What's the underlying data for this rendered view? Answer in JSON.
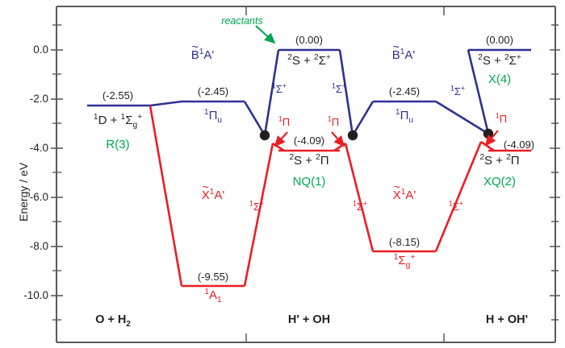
{
  "figure": {
    "type": "energy-level-correlation-diagram",
    "background": "#ffffff"
  },
  "axes": {
    "y_title": "Energy / eV",
    "y_ticks_major": [
      "0.0",
      "-2.0",
      "-4.0",
      "-6.0",
      "-8.0",
      "-10.0"
    ],
    "y_tick_values": [
      0.0,
      -2.0,
      -4.0,
      -6.0,
      -8.0,
      -10.0
    ],
    "y_minor_values": [
      1.0,
      -1.0,
      -3.0,
      -5.0,
      -7.0,
      -9.0,
      -11.0
    ],
    "ylim": [
      -11.3,
      1.4
    ],
    "x_labels": [
      "O + H2",
      "H' + OH",
      "H + OH'"
    ],
    "x_label_0_main": "O + H",
    "x_label_0_sub": "2",
    "x_label_1": "H' + OH",
    "x_label_2": "H + OH'"
  },
  "colors": {
    "blue": "#2e3191",
    "red": "#ed1c24",
    "green": "#00a651",
    "black": "#231f20",
    "axis": "#58595b"
  },
  "annotations": {
    "reactants": "reactants"
  },
  "levels": [
    {
      "id": "left-blue",
      "value": "(-2.55)",
      "energy": -2.55,
      "color": "blue",
      "asymptote_main": "D + ",
      "asymptote_pre_sup": "1",
      "asymptote_sigma": "Σ",
      "green_tag": "R(3)"
    },
    {
      "id": "mid-left-blue",
      "value": "(-2.45)",
      "energy": -2.45,
      "color": "blue",
      "state": "Π",
      "state_sup": "1",
      "state_sub": "u"
    },
    {
      "id": "center-top-blue",
      "value": "(0.00)",
      "energy": 0.0,
      "color": "blue",
      "asymptote": "S + ",
      "green_tag": null
    },
    {
      "id": "center-red",
      "value": "(-4.09)",
      "energy": -4.09,
      "color": "red",
      "green_tag": "NQ(1)"
    },
    {
      "id": "mid-right-blue",
      "value": "(-2.45)",
      "energy": -2.45,
      "color": "blue"
    },
    {
      "id": "right-top-blue",
      "value": "(0.00)",
      "energy": 0.0,
      "color": "blue",
      "green_tag": "X(4)"
    },
    {
      "id": "right-red",
      "value": "(-4.09)",
      "energy": -4.09,
      "color": "red",
      "green_tag": "XQ(2)"
    },
    {
      "id": "well-left-red",
      "value": "(-9.55)",
      "energy": -9.55,
      "color": "red",
      "state_text": "A",
      "state_sup": "1",
      "state_sub": "1"
    },
    {
      "id": "well-right-red",
      "value": "(-8.15)",
      "energy": -8.15,
      "color": "red",
      "state_sup": "1",
      "state_sub": "g"
    }
  ],
  "text": {
    "val_left_blue": "(-2.55)",
    "val_mid_left_blue": "(-2.45)",
    "val_center_top": "(0.00)",
    "val_center_red": "(-4.09)",
    "val_mid_right_blue": "(-2.45)",
    "val_right_top": "(0.00)",
    "val_right_red": "(-4.09)",
    "val_well_left": "(-9.55)",
    "val_well_right": "(-8.15)",
    "green_r3": "R(3)",
    "green_nq1": "NQ(1)",
    "green_x4": "X(4)",
    "green_xq2": "XQ(2)",
    "sigma_plus_1": "1Σ+",
    "pi_1": "1Π",
    "state_B1Ap": "B1A'",
    "state_X1Ap": "X1A'",
    "asym_1D": "1D + 1Σg+",
    "asym_2S_sigma": "2S + 2Σ+",
    "asym_2S_pi": "2S + 2Π",
    "state_1Piu": "1Πu",
    "state_1A1": "1A1",
    "state_1Sigmag": "1Σg+"
  },
  "chart_data": {
    "type": "line",
    "title": "",
    "xlabel": "",
    "ylabel": "Energy / eV",
    "ylim": [
      -11.3,
      1.4
    ],
    "xtick_labels": [
      "O + H2",
      "H' + OH",
      "H + OH'"
    ],
    "ytick_labels": [
      "0.0",
      "-2.0",
      "-4.0",
      "-6.0",
      "-8.0",
      "-10.0"
    ],
    "grid": false,
    "legend": "none",
    "series": [
      {
        "name": "blue-excited-B1A'",
        "color": "#2e3191",
        "points_ev": [
          -2.55,
          -2.45,
          0.0,
          -2.45,
          0.0
        ],
        "labels": [
          "(-2.55)",
          "(-2.45)",
          "(0.00)",
          "(-2.45)",
          "(0.00)"
        ]
      },
      {
        "name": "red-ground-X1A'",
        "color": "#ed1c24",
        "points_ev": [
          -9.55,
          -4.09,
          -8.15,
          -4.09
        ],
        "labels": [
          "(-9.55)",
          "(-4.09)",
          "(-8.15)",
          "(-4.09)"
        ]
      }
    ],
    "crossings_ev": [
      -3.55,
      -3.55,
      -3.5
    ],
    "annotations": [
      {
        "text": "reactants",
        "points_to": "(0.00)",
        "color": "#00a651"
      },
      {
        "text": "R(3)",
        "color": "#00a651"
      },
      {
        "text": "NQ(1)",
        "color": "#00a651"
      },
      {
        "text": "XQ(2)",
        "color": "#00a651"
      },
      {
        "text": "X(4)",
        "color": "#00a651"
      }
    ]
  }
}
